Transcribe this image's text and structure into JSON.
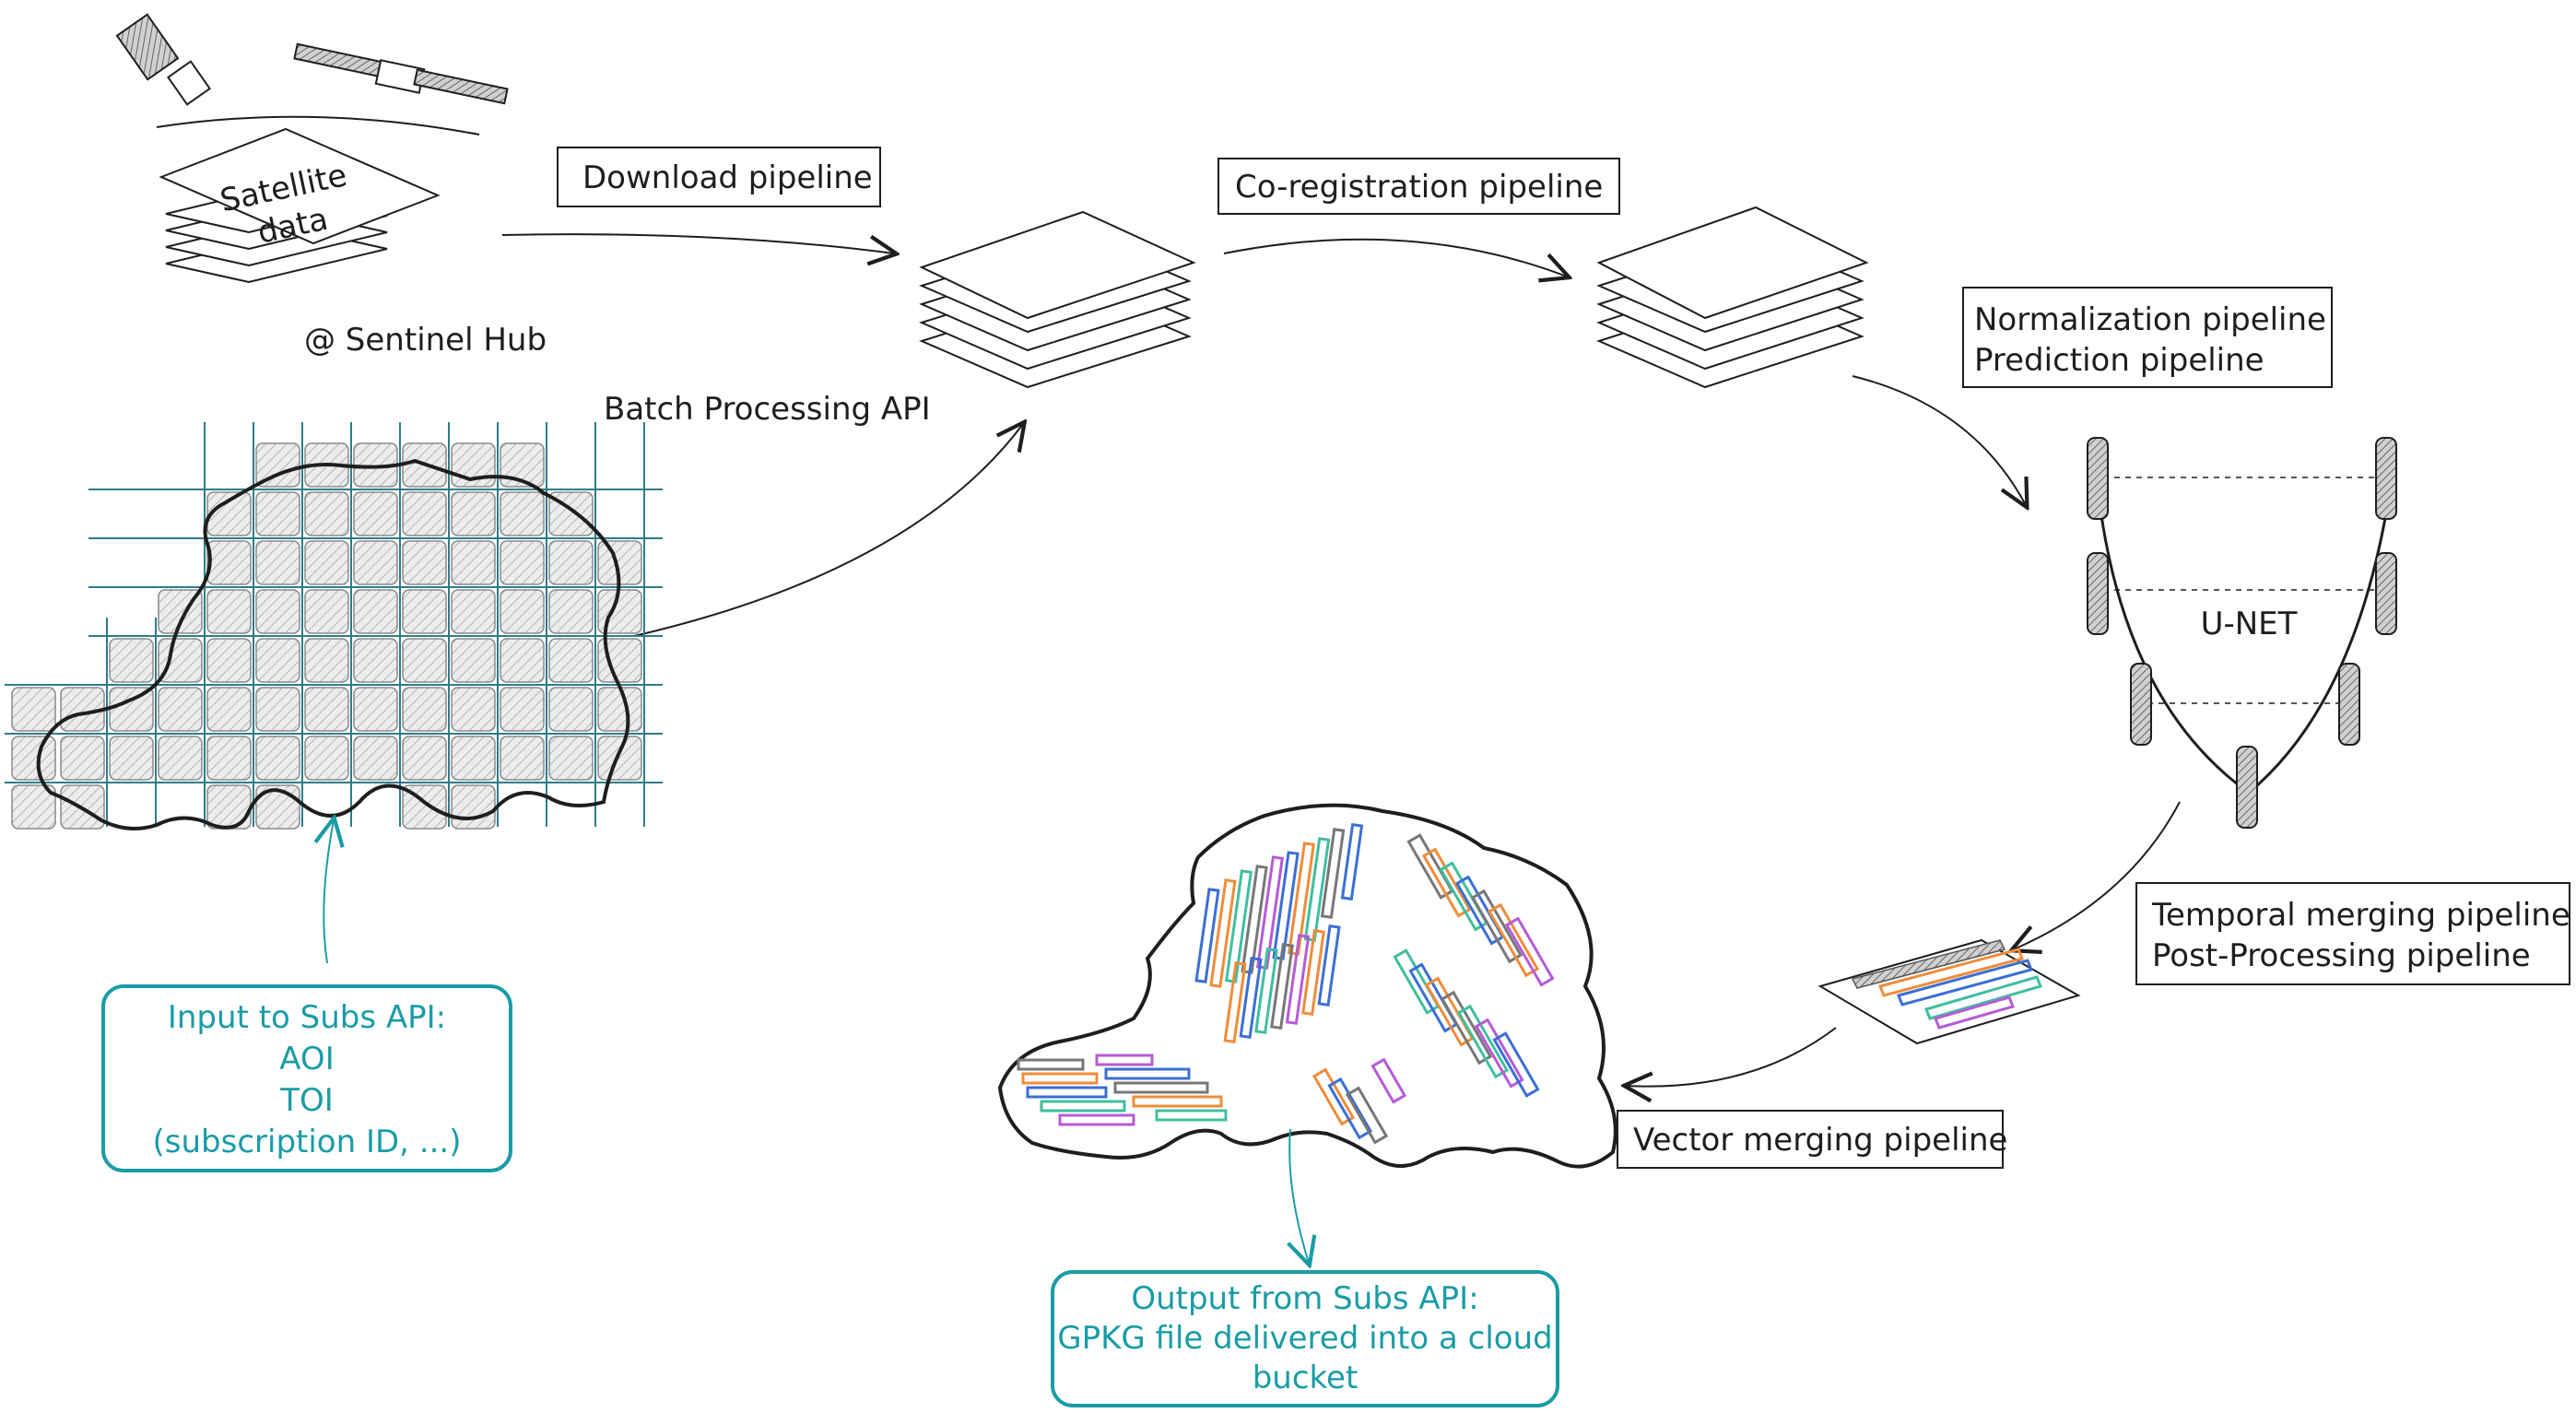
{
  "diagram": {
    "satellite_source": {
      "stack_label_line1": "Satellite",
      "stack_label_line2": "data",
      "provider": "@ Sentinel Hub"
    },
    "download_pipeline": "Download pipeline",
    "batch_processing_api": "Batch Processing API",
    "coregistration_pipeline": "Co-registration pipeline",
    "normalization_box": {
      "line1": "Normalization pipeline",
      "line2": "Prediction pipeline"
    },
    "unet_label": "U-NET",
    "temporal_box": {
      "line1": "Temporal merging pipeline",
      "line2": "Post-Processing pipeline"
    },
    "vector_merging_pipeline": "Vector merging pipeline",
    "input_box": {
      "line1": "Input to Subs API:",
      "line2": "AOI",
      "line3": "TOI",
      "line4": "(subscription ID, ...)"
    },
    "output_box": {
      "line1": "Output from Subs API:",
      "line2": "GPKG file delivered into a cloud",
      "line3": "bucket"
    },
    "colors": {
      "ink": "#1e1e1e",
      "teal": "#1a9ca6",
      "grid": "#2e7d86",
      "tile_fill": "#e6e6e6",
      "parcel_orange": "#f08c3a",
      "parcel_blue": "#3b6fd4",
      "parcel_green": "#3fbf9f",
      "parcel_purple": "#b65bd6",
      "parcel_gray": "#777777"
    }
  }
}
